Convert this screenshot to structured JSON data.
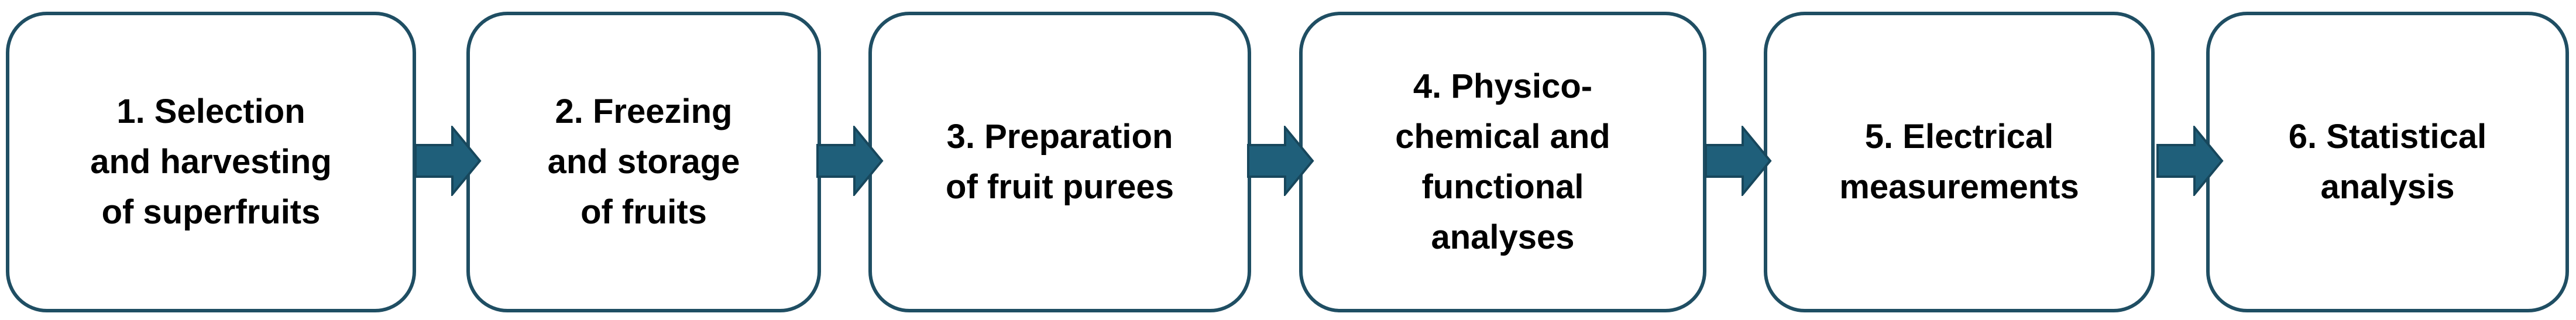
{
  "colors": {
    "box_border": "#1f4e63",
    "arrow_fill": "#1f5f7a",
    "arrow_stroke": "#17475c",
    "text": "#000000"
  },
  "steps": [
    {
      "label": "1. Selection\nand harvesting\nof superfruits"
    },
    {
      "label": "2. Freezing\nand storage\nof fruits"
    },
    {
      "label": "3. Preparation\nof fruit purees"
    },
    {
      "label": "4. Physico-\nchemical and\nfunctional\nanalyses"
    },
    {
      "label": "5. Electrical\nmeasurements"
    },
    {
      "label": "6. Statistical\nanalysis"
    }
  ],
  "arrows": [
    {
      "icon": "right-arrow-icon"
    },
    {
      "icon": "right-arrow-icon"
    },
    {
      "icon": "right-arrow-icon"
    },
    {
      "icon": "right-arrow-icon"
    },
    {
      "icon": "right-arrow-icon"
    }
  ]
}
